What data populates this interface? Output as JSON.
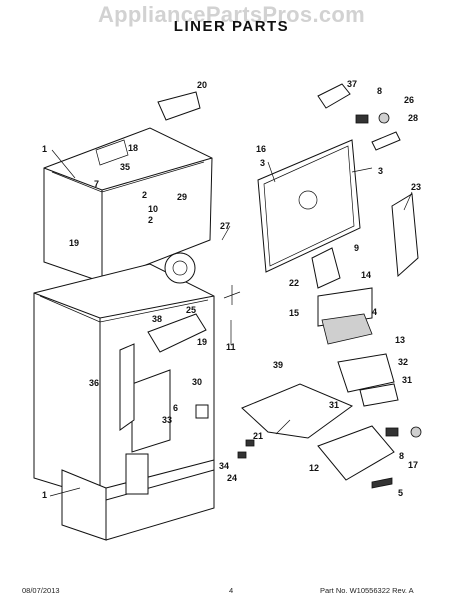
{
  "watermark": "AppliancePartsPros.com",
  "title": "LINER PARTS",
  "footer": {
    "date": "08/07/2013",
    "page": "4",
    "part_info": "Part No. W10556322  Rev. A"
  },
  "callouts": [
    "1",
    "7",
    "35",
    "18",
    "20",
    "2",
    "10",
    "29",
    "2",
    "19",
    "27",
    "16",
    "3",
    "3",
    "37",
    "8",
    "26",
    "28",
    "23",
    "9",
    "22",
    "14",
    "15",
    "4",
    "13",
    "39",
    "32",
    "31",
    "31",
    "12",
    "8",
    "17",
    "5",
    "25",
    "38",
    "19",
    "30",
    "36",
    "6",
    "33",
    "21",
    "34",
    "24",
    "11",
    "1"
  ]
}
